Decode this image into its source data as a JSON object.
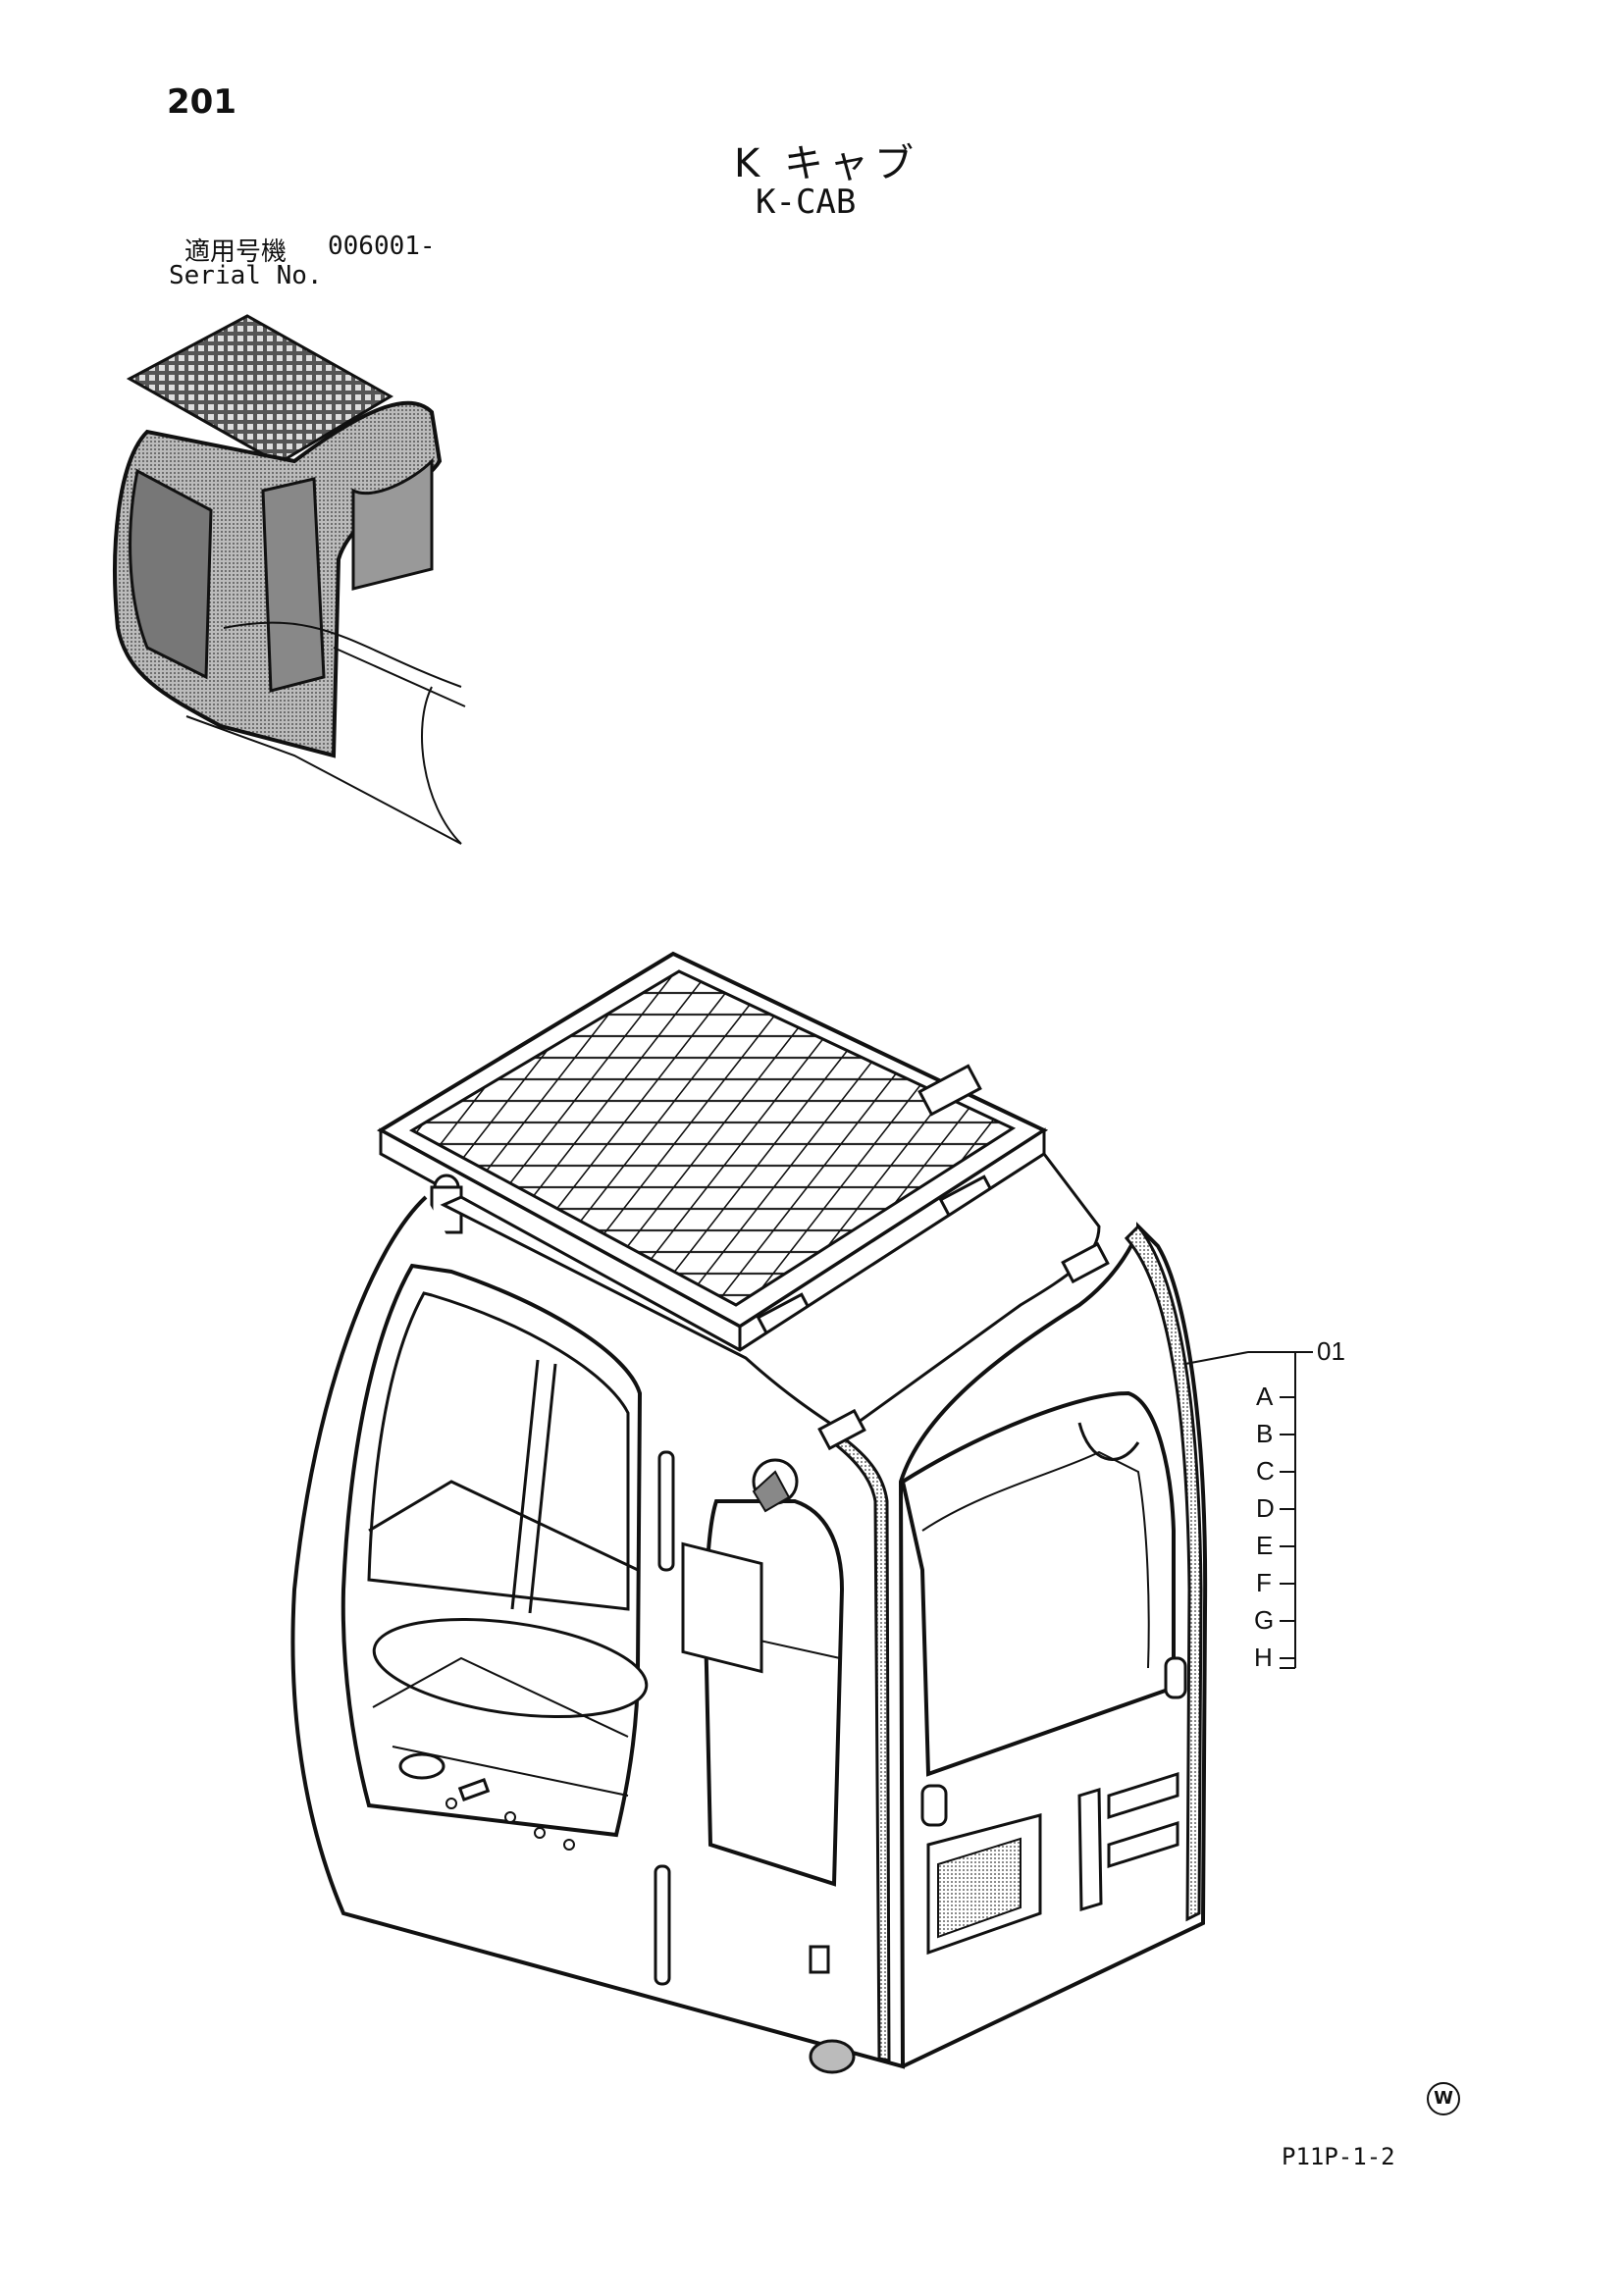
{
  "page_number": "201",
  "title_jp": "K キャブ",
  "title_en": "K-CAB",
  "serial": {
    "label_jp": "適用号機",
    "value": "006001-",
    "label_en": "Serial No."
  },
  "callouts": {
    "part": "01",
    "letters": [
      "A",
      "B",
      "C",
      "D",
      "E",
      "F",
      "G",
      "H"
    ]
  },
  "doc_code": "P11P-1-2",
  "corner_mark": "W"
}
